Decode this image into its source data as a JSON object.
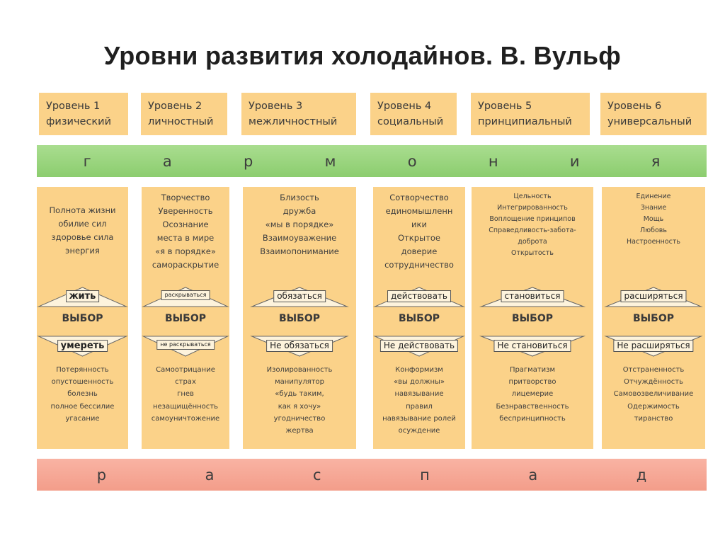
{
  "title": "Уровни развития холодайнов. В. Вульф",
  "levels": [
    {
      "name": "Уровень 1",
      "type": "физический"
    },
    {
      "name": "Уровень 2",
      "type": "личностный"
    },
    {
      "name": "Уровень 3",
      "type": "межличностный"
    },
    {
      "name": "Уровень 4",
      "type": "социальный"
    },
    {
      "name": "Уровень 5",
      "type": "принципиальный"
    },
    {
      "name": "Уровень 6",
      "type": "универсальный"
    }
  ],
  "harmony_letters": [
    "г",
    "а",
    "р",
    "м",
    "о",
    "н",
    "и",
    "я"
  ],
  "decay_letters": [
    "р",
    "а",
    "с",
    "п",
    "а",
    "д"
  ],
  "columns": [
    {
      "positive": [
        "Полнота жизни",
        "обилие сил",
        "здоровье сила",
        "энергия"
      ],
      "up": "жить",
      "choice": "ВЫБОР",
      "down": "умереть",
      "negative": [
        "Потерянность",
        "опустошенность",
        "болезнь",
        "полное бессилие",
        "угасание"
      ]
    },
    {
      "positive": [
        "Творчество",
        "Уверенность",
        "Осознание",
        "места в мире",
        "«я в порядке»",
        "самораскрытие"
      ],
      "up": "раскрываться",
      "choice": "ВЫБОР",
      "down": "не раскрываться",
      "negative": [
        "Самоотрицание",
        "страх",
        "гнев",
        "незащищённость",
        "самоуничтожение"
      ]
    },
    {
      "positive": [
        "Близость",
        "дружба",
        "«мы в порядке»",
        "Взаимоуважение",
        "Взаимопонимание"
      ],
      "up": "обязаться",
      "choice": "ВЫБОР",
      "down": "Не обязаться",
      "negative": [
        "Изолированность",
        "манипулятор",
        "«будь таким,",
        "как я хочу»",
        "угодничество",
        "жертва"
      ]
    },
    {
      "positive": [
        "Сотворчество",
        "единомышленн",
        "ики",
        "Открытое",
        "доверие",
        "сотрудничество"
      ],
      "up": "действовать",
      "choice": "ВЫБОР",
      "down": "Не действовать",
      "negative": [
        "Конформизм",
        "«вы должны»",
        "навязывание",
        "правил",
        "навязывание ролей",
        "осуждение"
      ]
    },
    {
      "positive": [
        "Цельность",
        "Интегрированность",
        "Воплощение принципов",
        "Справедливость-забота-",
        "доброта",
        "Открытость"
      ],
      "up": "становиться",
      "choice": "ВЫБОР",
      "down": "Не становиться",
      "negative": [
        "Прагматизм",
        "притворство",
        "лицемерие",
        "Безнравственность",
        "беспринципность"
      ]
    },
    {
      "positive": [
        "Единение",
        "Знание",
        "Мощь",
        "Любовь",
        "Настроенность"
      ],
      "up": "расширяться",
      "choice": "ВЫБОР",
      "down": "Не расширяться",
      "negative": [
        "Отстраненность",
        "Отчуждённость",
        "Самовозвеличивание",
        "Одержимость",
        "тиранство"
      ]
    }
  ]
}
